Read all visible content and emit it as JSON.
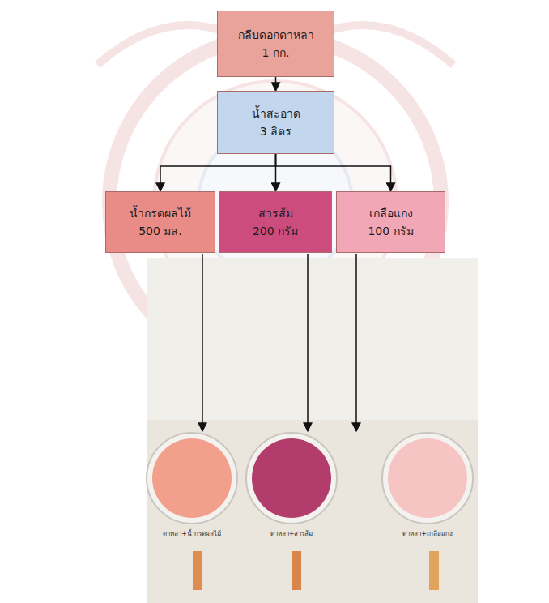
{
  "diagram": {
    "nodes": [
      {
        "text": [
          "กลีบดอกดาหลา",
          "1 กก."
        ]
      },
      {
        "text": [
          "น้ำสะอาด",
          "3 ลิตร"
        ]
      },
      {
        "text": [
          "น้ำกรดผลไม้",
          "500 มล."
        ]
      },
      {
        "text": [
          "สารส้ม",
          "200 กรัม"
        ]
      },
      {
        "text": [
          "เกลือแกง",
          "100 กรัม"
        ]
      }
    ],
    "edges": [
      {
        "from": 0,
        "to": 1,
        "arrow": "to"
      },
      {
        "from": 1,
        "to": 2,
        "arrow": "to"
      },
      {
        "from": 1,
        "to": 3,
        "arrow": "to"
      },
      {
        "from": 1,
        "to": 4,
        "arrow": "to"
      }
    ],
    "labels": [
      "ดาหลา+น้ำกรดผลไม้",
      "ดาหลา+สารส้ม",
      "ดาหลา+เกลือแกง"
    ]
  }
}
